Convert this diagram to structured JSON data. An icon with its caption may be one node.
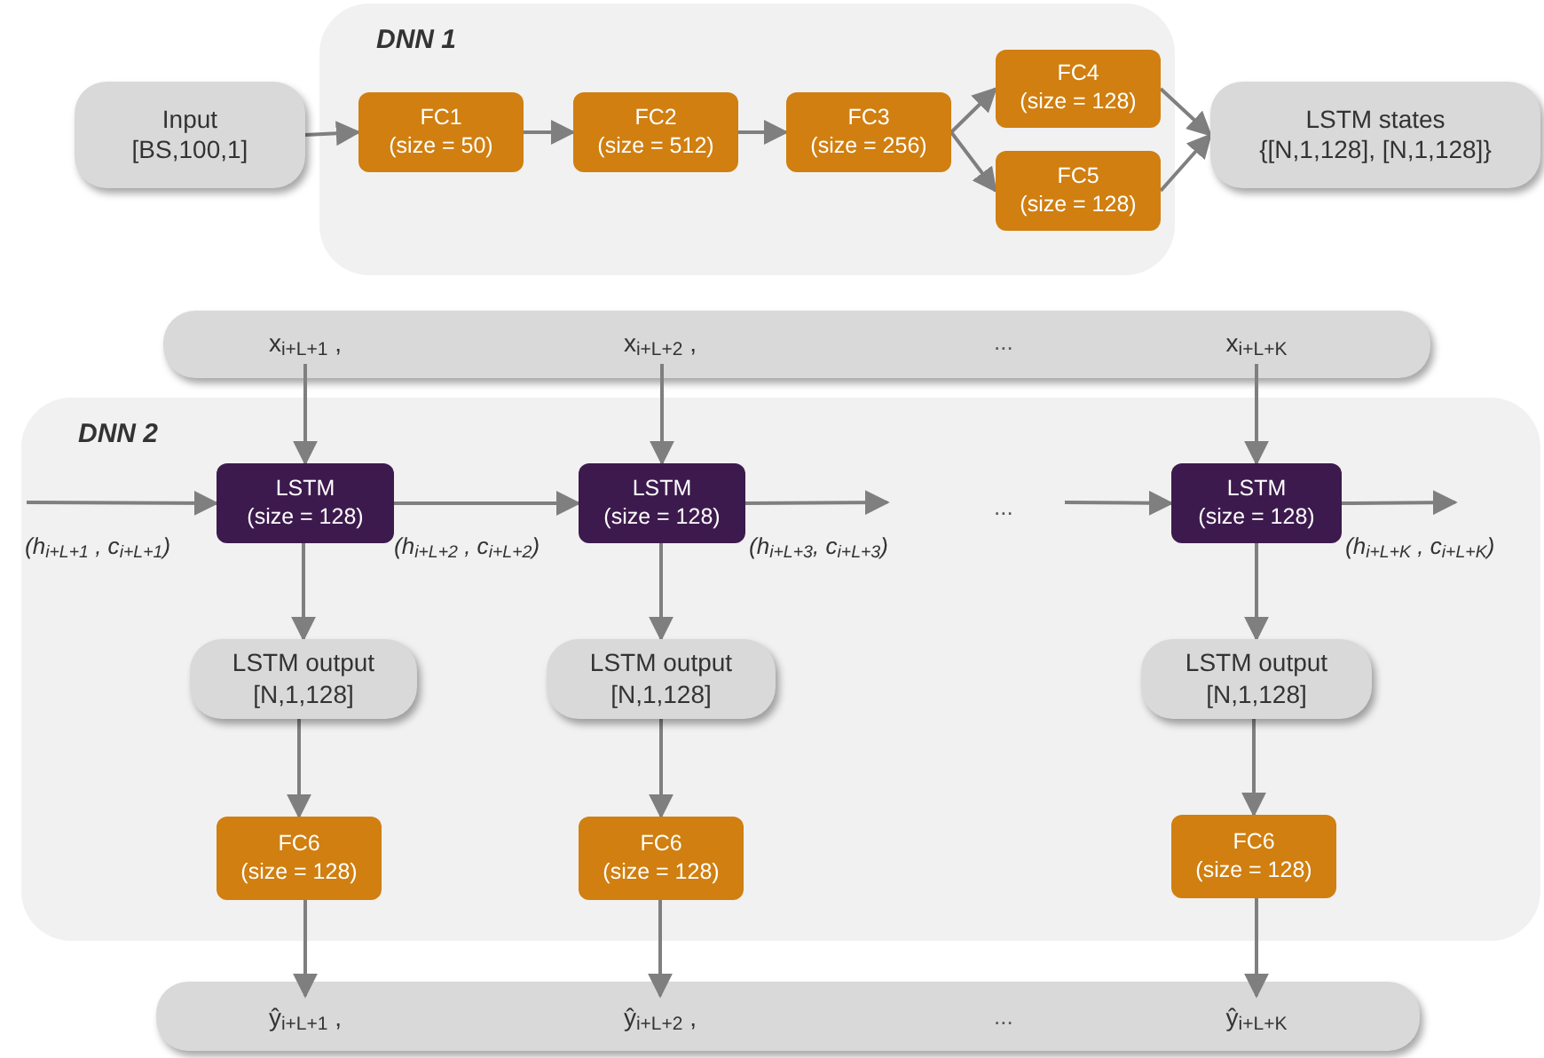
{
  "diagram": {
    "nodes": [
      {
        "text": [
          "DNN 1"
        ]
      },
      {
        "text": [
          "Input",
          "[BS,100,1]"
        ]
      },
      {
        "text": [
          "FC1",
          "(size = 50)"
        ],
        "in": 0
      },
      {
        "text": [
          "FC2",
          "(size = 512)"
        ],
        "in": 0
      },
      {
        "text": [
          "FC3",
          "(size = 256)"
        ],
        "in": 0
      },
      {
        "text": [
          "FC4",
          "(size = 128)"
        ],
        "in": 0
      },
      {
        "text": [
          "FC5",
          "(size = 128)"
        ],
        "in": 0
      },
      {
        "text": [
          "LSTM states",
          "{[N,1,128], [N,1,128]}"
        ]
      },
      {
        "text": [],
        "shape": "bar"
      },
      {
        "text": [
          "x$_{i+L+1}$ ,"
        ],
        "in": 8
      },
      {
        "text": [
          "x$_{i+L+2}$ ,"
        ],
        "in": 8
      },
      {
        "text": [
          "x$_{i+L+K}$"
        ],
        "in": 8
      },
      {
        "text": [
          "DNN 2"
        ]
      },
      {
        "text": [
          "LSTM",
          "(size = 128)"
        ],
        "in": 12
      },
      {
        "text": [
          "LSTM",
          "(size = 128)"
        ],
        "in": 12
      },
      {
        "text": [
          "LSTM",
          "(size = 128)"
        ],
        "in": 12
      },
      {
        "text": [
          "LSTM output",
          "[N,1,128]"
        ],
        "in": 12
      },
      {
        "text": [
          "LSTM output",
          "[N,1,128]"
        ],
        "in": 12
      },
      {
        "text": [
          "LSTM output",
          "[N,1,128]"
        ],
        "in": 12
      },
      {
        "text": [
          "FC6",
          "(size = 128)"
        ],
        "in": 12
      },
      {
        "text": [
          "FC6",
          "(size = 128)"
        ],
        "in": 12
      },
      {
        "text": [
          "FC6",
          "(size = 128)"
        ],
        "in": 12
      },
      {
        "text": [],
        "shape": "bar"
      },
      {
        "text": [
          "ŷ$_{i+L+1}$ ,"
        ],
        "in": 22
      },
      {
        "text": [
          "ŷ$_{i+L+2}$ ,"
        ],
        "in": 22
      },
      {
        "text": [
          "ŷ$_{i+L+K}$"
        ],
        "in": 22
      }
    ],
    "edges": [
      {
        "from": 1,
        "to": 2,
        "arrow": "to"
      },
      {
        "from": 2,
        "to": 3,
        "arrow": "to"
      },
      {
        "from": 3,
        "to": 4,
        "arrow": "to"
      },
      {
        "from": 4,
        "to": 5,
        "arrow": "to"
      },
      {
        "from": 4,
        "to": 6,
        "arrow": "to"
      },
      {
        "from": 5,
        "to": 7,
        "arrow": "to"
      },
      {
        "from": 6,
        "to": 7,
        "arrow": "to"
      },
      {
        "from": 9,
        "to": 13,
        "arrow": "to"
      },
      {
        "from": 10,
        "to": 14,
        "arrow": "to"
      },
      {
        "from": 11,
        "to": 15,
        "arrow": "to"
      },
      {
        "from": null,
        "to": 13,
        "arrow": "to",
        "label": "(h$_{i+L+1}$ , c$_{i+L+1}$)"
      },
      {
        "from": 13,
        "to": 14,
        "arrow": "to",
        "label": "(h$_{i+L+2}$ , c$_{i+L+2}$)"
      },
      {
        "from": 14,
        "to": null,
        "arrow": "to",
        "label": "(h$_{i+L+3}$, c$_{i+L+3}$)"
      },
      {
        "from": null,
        "to": 15,
        "arrow": "to"
      },
      {
        "from": 15,
        "to": null,
        "arrow": "to",
        "label": "(h$_{i+L+K}$ , c$_{i+L+K}$)"
      },
      {
        "from": 13,
        "to": 16,
        "arrow": "to"
      },
      {
        "from": 14,
        "to": 17,
        "arrow": "to"
      },
      {
        "from": 15,
        "to": 18,
        "arrow": "to"
      },
      {
        "from": 16,
        "to": 19,
        "arrow": "to"
      },
      {
        "from": 17,
        "to": 20,
        "arrow": "to"
      },
      {
        "from": 18,
        "to": 21,
        "arrow": "to"
      },
      {
        "from": 19,
        "to": 23,
        "arrow": "to"
      },
      {
        "from": 20,
        "to": 24,
        "arrow": "to"
      },
      {
        "from": 21,
        "to": 25,
        "arrow": "to"
      }
    ],
    "labels": [
      "...",
      "...",
      "..."
    ]
  }
}
